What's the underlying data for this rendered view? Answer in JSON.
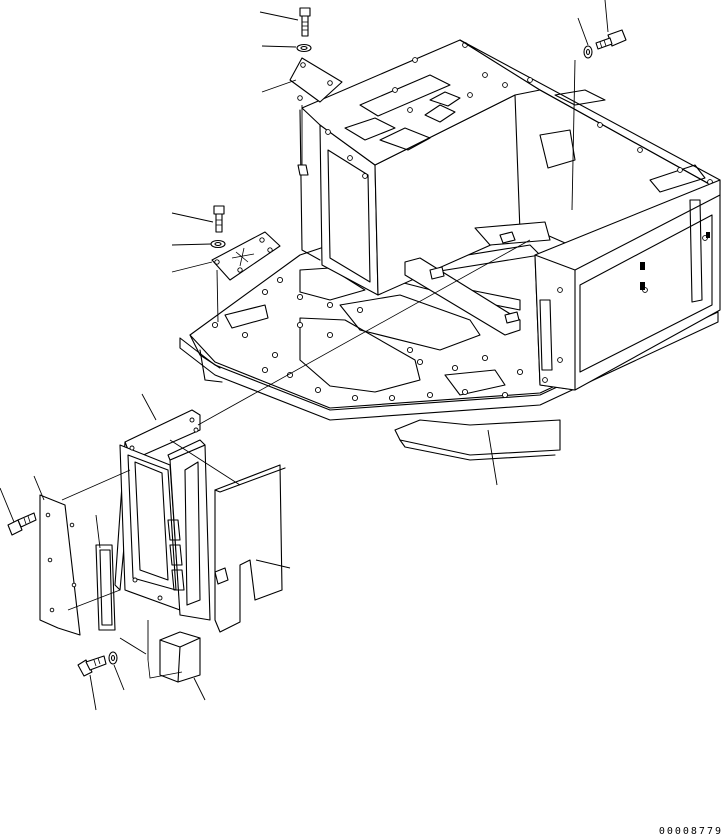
{
  "drawing": {
    "id_label": "00008779",
    "parts": [
      "bolt",
      "washer",
      "plate",
      "bolt",
      "washer",
      "cover",
      "bracket",
      "cover",
      "seal",
      "cover",
      "bolt",
      "washer",
      "frame",
      "bolt",
      "washer",
      "spacer",
      "plate"
    ]
  }
}
